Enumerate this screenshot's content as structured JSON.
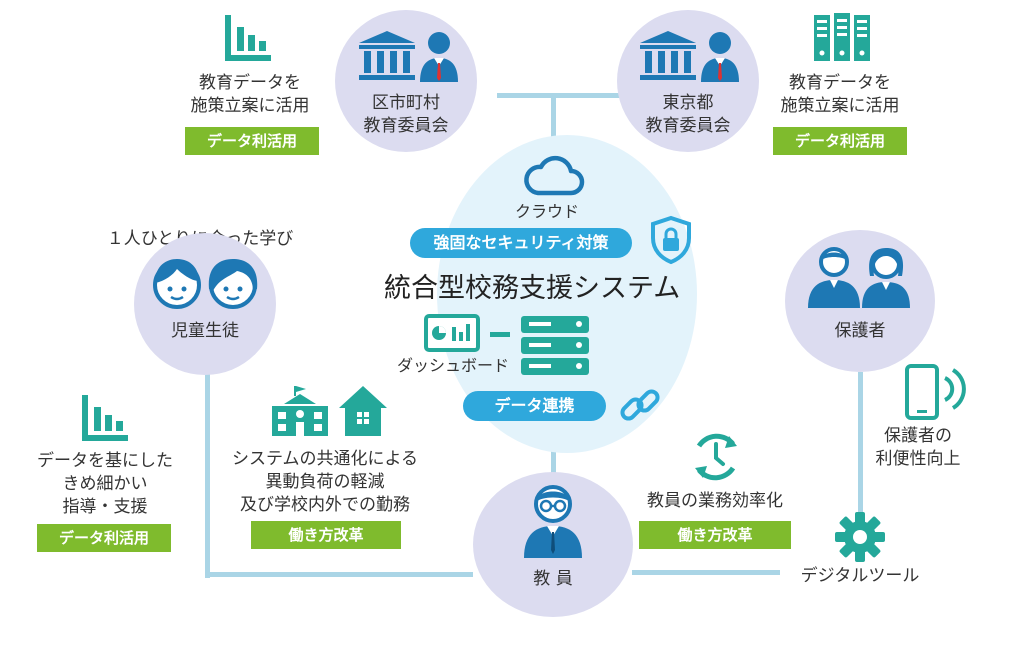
{
  "center": {
    "cloud_label": "クラウド",
    "security_pill": "強固なセキュリティ対策",
    "title": "統合型校務支援システム",
    "dashboard_label": "ダッシュボード",
    "link_pill": "データ連携"
  },
  "nodes": {
    "ward_board": "区市町村\n教育委員会",
    "tokyo_board": "東京都\n教育委員会",
    "students": "児童生徒",
    "guardians": "保護者",
    "teachers": "教 員"
  },
  "captions": {
    "top_left": "教育データを\n施策立案に活用",
    "top_right": "教育データを\n施策立案に活用",
    "students_top": "１人ひとりに合った学び",
    "bottom_left": "データを基にした\nきめ細かい\n指導・支援",
    "bottom_mid": "システムの共通化による\n異動負荷の軽減\n及び学校内外での勤務",
    "efficiency": "教員の業務効率化",
    "guardian_benefit": "保護者の\n利便性向上",
    "digital_tool": "デジタルツール"
  },
  "tags": {
    "data_use": "データ利活用",
    "work_reform": "働き方改革"
  },
  "colors": {
    "primary_blue": "#1e78b4",
    "accent_blue": "#2fa8dc",
    "green": "#7fbb2d",
    "teal": "#24a89a",
    "connector": "#aad5e6",
    "node_circle": "#dcdcf0",
    "center_circle": "#e3f3fb"
  },
  "icons": {
    "top_left": "bar-chart-icon",
    "top_right": "server-rack-icon",
    "ward_board": "government-building-icon",
    "tokyo_board": "government-building-icon",
    "cloud": "cloud-icon",
    "security": "shield-lock-icon",
    "dashboard": "dashboard-screen-icon",
    "server": "server-stack-icon",
    "link": "chain-link-icon",
    "students": "children-faces-icon",
    "guardians": "parents-icon",
    "teachers": "teacher-icon",
    "bottom_left": "bar-chart-icon",
    "school": "school-building-icon",
    "house": "house-icon",
    "efficiency": "cycle-clock-icon",
    "phone": "smartphone-signal-icon",
    "gear": "gear-icon"
  }
}
